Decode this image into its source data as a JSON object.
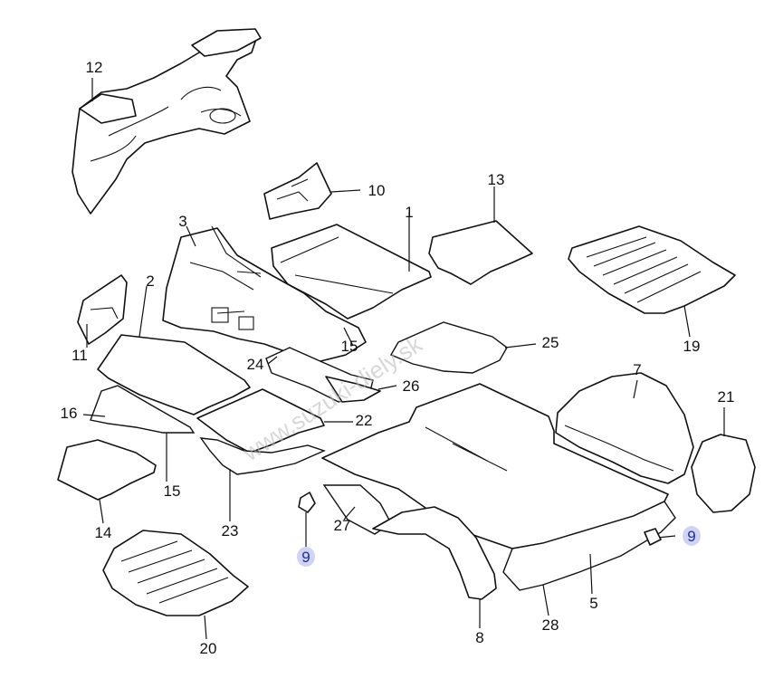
{
  "diagram": {
    "callouts": [
      {
        "id": "c12",
        "label": "12"
      },
      {
        "id": "c10",
        "label": "10"
      },
      {
        "id": "c13",
        "label": "13"
      },
      {
        "id": "c3",
        "label": "3"
      },
      {
        "id": "c1",
        "label": "1"
      },
      {
        "id": "c19",
        "label": "19"
      },
      {
        "id": "c2",
        "label": "2"
      },
      {
        "id": "c11",
        "label": "11"
      },
      {
        "id": "c15a",
        "label": "15"
      },
      {
        "id": "c25",
        "label": "25"
      },
      {
        "id": "c24",
        "label": "24"
      },
      {
        "id": "c26",
        "label": "26"
      },
      {
        "id": "c7",
        "label": "7"
      },
      {
        "id": "c21",
        "label": "21"
      },
      {
        "id": "c16",
        "label": "16"
      },
      {
        "id": "c22",
        "label": "22"
      },
      {
        "id": "c14",
        "label": "14"
      },
      {
        "id": "c15b",
        "label": "15"
      },
      {
        "id": "c23",
        "label": "23"
      },
      {
        "id": "c27",
        "label": "27"
      },
      {
        "id": "c9a",
        "label": "9",
        "highlight": true
      },
      {
        "id": "c9b",
        "label": "9",
        "highlight": true
      },
      {
        "id": "c8",
        "label": "8"
      },
      {
        "id": "c28",
        "label": "28"
      },
      {
        "id": "c5",
        "label": "5"
      },
      {
        "id": "c20",
        "label": "20"
      }
    ],
    "watermark": "www.suzuki-diely.sk",
    "colors": {
      "line": "#111111",
      "highlight": "#c8ccf2",
      "highlight_text": "#1f2f8f",
      "watermark": "#b8b8b8"
    }
  }
}
